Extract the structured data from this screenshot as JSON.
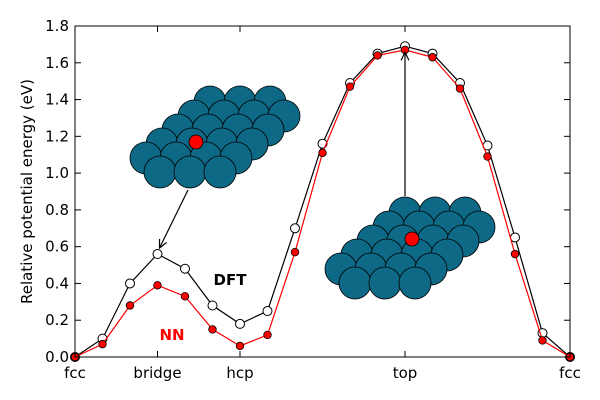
{
  "chart_data": {
    "type": "line",
    "title": "",
    "xlabel": "",
    "ylabel": "Relative potential energy (eV)",
    "ylim": [
      0.0,
      1.8
    ],
    "xlim": [
      0,
      18
    ],
    "yticks": [
      "0.0",
      "0.2",
      "0.4",
      "0.6",
      "0.8",
      "1.0",
      "1.2",
      "1.4",
      "1.6",
      "1.8"
    ],
    "xtick_positions": [
      0,
      3,
      6,
      12,
      18
    ],
    "xtick_labels": [
      "fcc",
      "bridge",
      "hcp",
      "top",
      "fcc"
    ],
    "x": [
      0,
      1,
      2,
      3,
      4,
      5,
      6,
      7,
      8,
      9,
      10,
      11,
      12,
      13,
      14,
      15,
      16,
      17,
      18
    ],
    "series": [
      {
        "name": "DFT",
        "color": "#000000",
        "marker": "open-circle",
        "values": [
          0.0,
          0.1,
          0.4,
          0.56,
          0.48,
          0.28,
          0.18,
          0.25,
          0.7,
          1.16,
          1.49,
          1.65,
          1.69,
          1.65,
          1.49,
          1.15,
          0.65,
          0.13,
          0.0
        ]
      },
      {
        "name": "NN",
        "color": "#ff0000",
        "marker": "filled-circle",
        "values": [
          0.0,
          0.07,
          0.28,
          0.39,
          0.33,
          0.15,
          0.06,
          0.12,
          0.57,
          1.11,
          1.47,
          1.64,
          1.67,
          1.63,
          1.46,
          1.09,
          0.56,
          0.09,
          0.0
        ]
      }
    ],
    "annotations": {
      "bridge_arrow_target": [
        3,
        0.56
      ],
      "top_arrow_target": [
        12,
        1.69
      ],
      "atom_color": "#0d6986",
      "adsorbate_color": "#ff0000"
    }
  }
}
